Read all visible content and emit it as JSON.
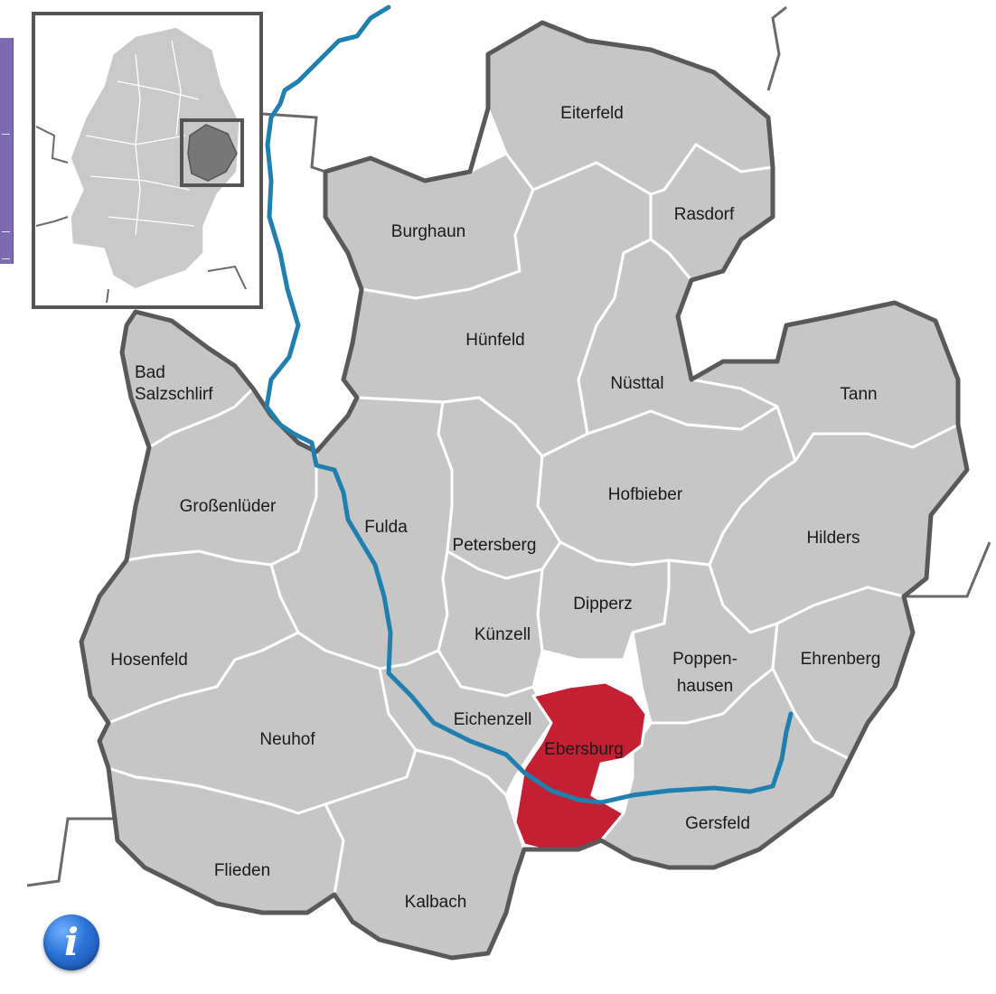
{
  "map": {
    "highlighted_municipality": "Ebersburg",
    "highlight_color": "#c41f33",
    "municipality_color": "#c6c6c6",
    "river_color": "#1f7fae",
    "municipalities": {
      "eiterfeld": "Eiterfeld",
      "burghaun": "Burghaun",
      "rasdorf": "Rasdorf",
      "huenfeld": "Hünfeld",
      "nuesttal": "Nüsttal",
      "tann": "Tann",
      "bad_salzschlirf_1": "Bad",
      "bad_salzschlirf_2": "Salzschlirf",
      "grossenlueder": "Großenlüder",
      "fulda": "Fulda",
      "petersberg": "Petersberg",
      "hofbieber": "Hofbieber",
      "hilders": "Hilders",
      "dipperz": "Dipperz",
      "kuenzell": "Künzell",
      "hosenfeld": "Hosenfeld",
      "poppenhausen_1": "Poppen-",
      "poppenhausen_2": "hausen",
      "ehrenberg": "Ehrenberg",
      "eichenzell": "Eichenzell",
      "neuhof": "Neuhof",
      "ebersburg": "Ebersburg",
      "gersfeld": "Gersfeld",
      "flieden": "Flieden",
      "kalbach": "Kalbach"
    }
  },
  "inset": {
    "icon": "locator-inset-map"
  },
  "info_button": {
    "icon": "info-icon",
    "glyph": "i"
  },
  "side_tab": {
    "icon": "collapsed-panel-tab"
  }
}
